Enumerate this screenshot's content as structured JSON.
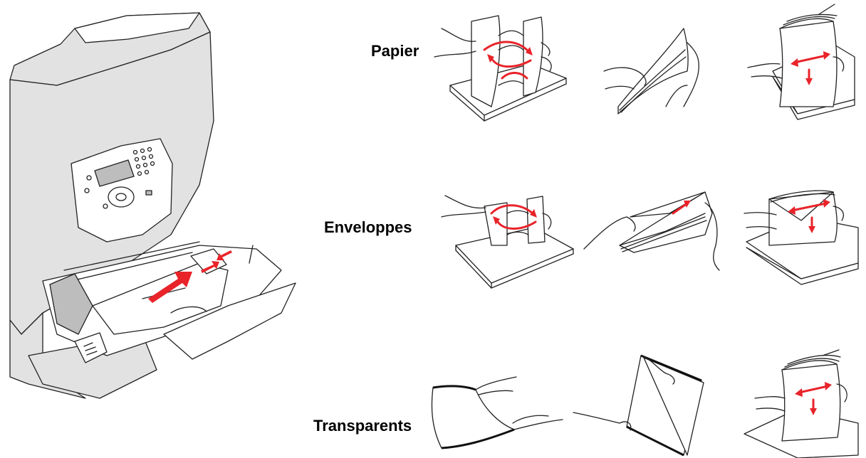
{
  "labels": {
    "paper": "Papier",
    "envelopes": "Enveloppes",
    "transparencies": "Transparents"
  },
  "colors": {
    "arrow": "#e8242a",
    "line": "#222222",
    "printer_body": "#e2e2e2"
  },
  "icons": [
    "printer-multipurpose-feeder-illustration",
    "paper-flex-icon",
    "paper-fan-icon",
    "paper-align-icon",
    "envelope-flex-icon",
    "envelope-fan-icon",
    "envelope-align-icon",
    "transparency-flex-icon",
    "transparency-fan-icon",
    "transparency-align-icon"
  ]
}
